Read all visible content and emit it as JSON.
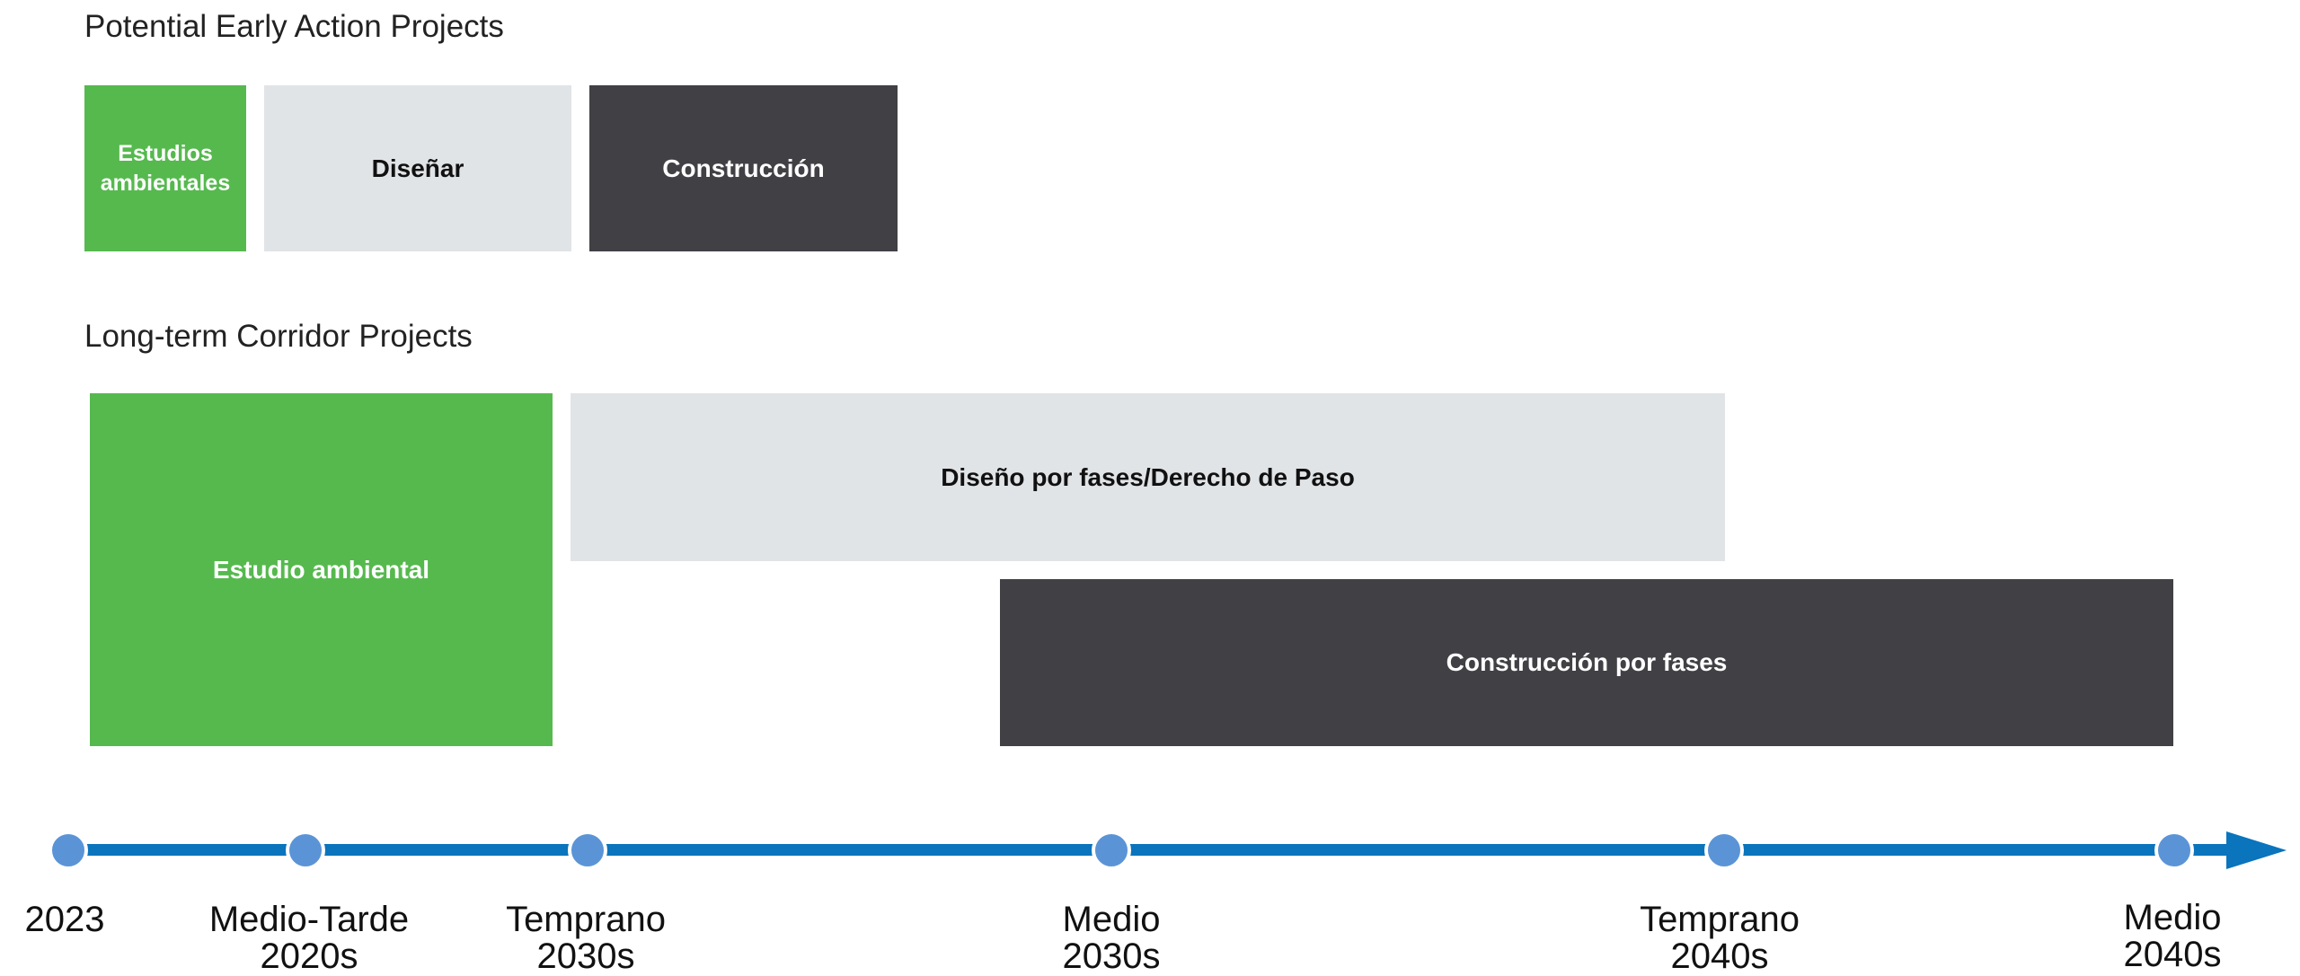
{
  "sections": {
    "early_action": {
      "title": "Potential Early Action Projects",
      "blocks": {
        "environmental": "Estudios\nambientales",
        "design": "Diseñar",
        "construction": "Construcción"
      }
    },
    "long_term": {
      "title": "Long-term Corridor Projects",
      "blocks": {
        "environmental": "Estudio ambiental",
        "design": "Diseño por fases/Derecho de Paso",
        "construction": "Construcción por fases"
      }
    }
  },
  "timeline": {
    "color": "#0a74bd",
    "node_color": "#5b94d6",
    "milestones": [
      "2023",
      "Medio-Tarde\n2020s",
      "Temprano\n2030s",
      "Medio\n2030s",
      "Temprano\n2040s",
      "Medio\n2040s"
    ]
  },
  "colors": {
    "environmental": "#56b94e",
    "design": "#e1e4e7",
    "construction": "#414045"
  }
}
